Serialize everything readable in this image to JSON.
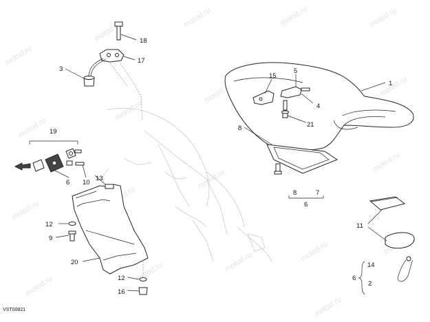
{
  "watermark": "motod.ru",
  "ref_code": "VST00821",
  "callouts": {
    "c1": "1",
    "c2": "2",
    "c3": "3",
    "c4": "4",
    "c5": "5",
    "c6_kit_left": "6",
    "c6_group_mid": "6",
    "c6_group_right": "6",
    "c7": "7",
    "c8_seat": "8",
    "c8_group": "8",
    "c9": "9",
    "c10": "10",
    "c11": "11",
    "c12_upper": "12",
    "c12_lower": "12",
    "c13": "13",
    "c14": "14",
    "c15": "15",
    "c16": "16",
    "c17": "17",
    "c18": "18",
    "c19": "19",
    "c20": "20",
    "c21": "21"
  }
}
